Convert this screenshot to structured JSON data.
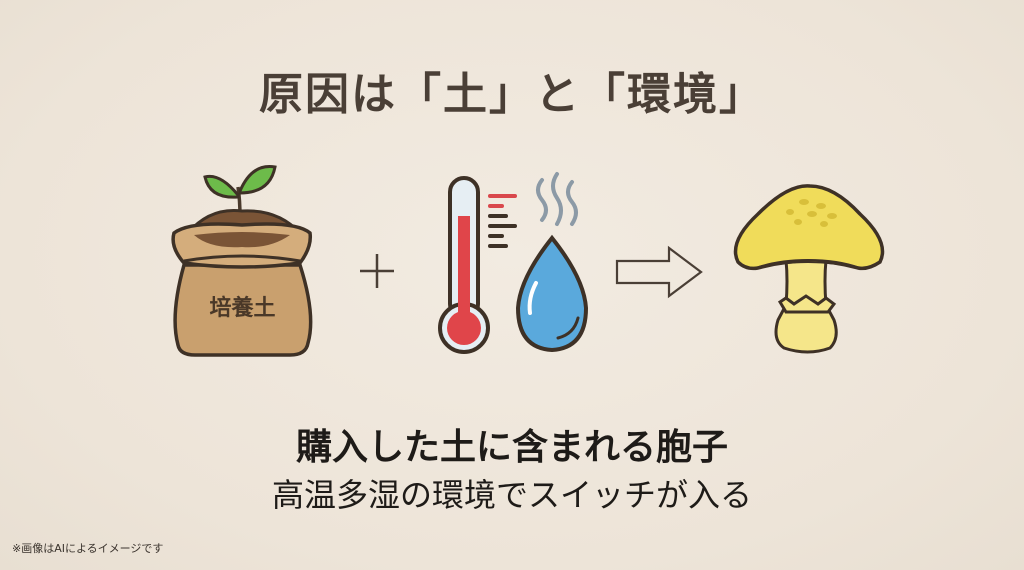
{
  "title": "原因は「土」と「環境」",
  "diagram": {
    "items": [
      {
        "name": "soil-bag",
        "label": "培養土"
      },
      {
        "name": "operator-plus",
        "label": "+"
      },
      {
        "name": "thermometer-and-water-drop"
      },
      {
        "name": "arrow-right"
      },
      {
        "name": "mushroom"
      }
    ]
  },
  "caption": {
    "line1": "購入した土に含まれる胞子",
    "line2": "高温多湿の環境でスイッチが入る"
  },
  "footnote": "※画像はAIによるイメージです",
  "colors": {
    "background": "#efe7dc",
    "title": "#4a3f36",
    "bag": "#c9a06e",
    "soil": "#7a5436",
    "leaf": "#6dbb4a",
    "thermo_red": "#e0454a",
    "water": "#5aa9dc",
    "mushroom": "#f0dc5a"
  }
}
